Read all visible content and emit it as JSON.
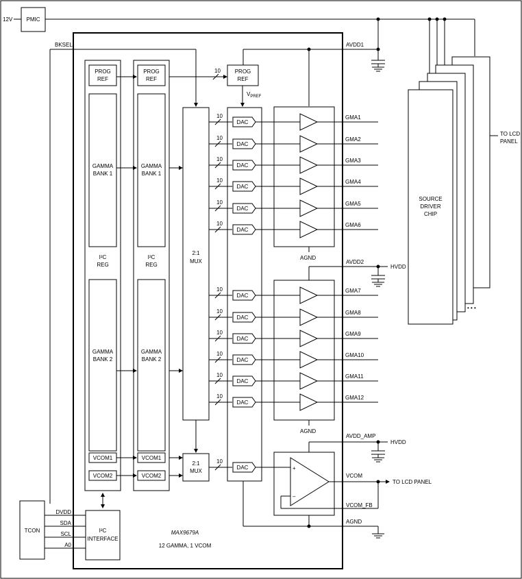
{
  "labels": {
    "v12": "12V",
    "pmic": "PMIC",
    "bksel": "BKSEL",
    "avdd1": "AVDD1",
    "avdd2": "AVDD2",
    "hvdd": "HVDD",
    "avdd_amp": "AVDD_AMP",
    "vcom_out": "VCOM",
    "vcom_fb": "VCOM_FB",
    "agnd": "AGND",
    "to_lcd_panel": "TO LCD PANEL",
    "to_lcd": "TO LCD",
    "panel": "PANEL",
    "source_driver": [
      "SOURCE",
      "DRIVER",
      "CHIP"
    ],
    "tcon": "TCON",
    "tcon_pins": [
      "DVDD",
      "SDA",
      "SCL",
      "A0"
    ],
    "i2c_interface": [
      "I²C",
      "INTERFACE"
    ],
    "part_number": "MAX9679A",
    "part_desc": "12 GAMMA, 1 VCOM",
    "prog_ref": [
      "PROG",
      "REF"
    ],
    "gamma_bank1": [
      "GAMMA",
      "BANK 1"
    ],
    "gamma_bank2": [
      "GAMMA",
      "BANK 2"
    ],
    "i2c_reg": [
      "I²C",
      "REG"
    ],
    "vcom1": "VCOM1",
    "vcom2": "VCOM2",
    "mux": [
      "2:1",
      "MUX"
    ],
    "dac": "DAC",
    "bus_width": "10",
    "vpref_main": "V",
    "vpref_sub": "PREF",
    "plus": "+",
    "minus": "–",
    "ellipsis": "• • •"
  },
  "gamma_outputs": [
    "GMA1",
    "GMA2",
    "GMA3",
    "GMA4",
    "GMA5",
    "GMA6",
    "GMA7",
    "GMA8",
    "GMA9",
    "GMA10",
    "GMA11",
    "GMA12"
  ]
}
